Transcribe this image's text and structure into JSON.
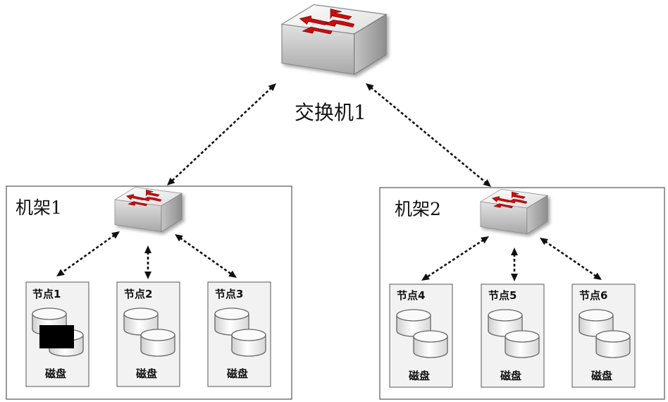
{
  "core_switch": {
    "label": "交换机1",
    "icon": "network-switch-icon"
  },
  "racks": [
    {
      "label": "机架1",
      "switch_icon": "network-switch-icon",
      "nodes": [
        {
          "label": "节点1",
          "disk_label": "磁盘",
          "redacted": true
        },
        {
          "label": "节点2",
          "disk_label": "磁盘",
          "redacted": false
        },
        {
          "label": "节点3",
          "disk_label": "磁盘",
          "redacted": false
        }
      ]
    },
    {
      "label": "机架2",
      "switch_icon": "network-switch-icon",
      "nodes": [
        {
          "label": "节点4",
          "disk_label": "磁盘",
          "redacted": false
        },
        {
          "label": "节点5",
          "disk_label": "磁盘",
          "redacted": false
        },
        {
          "label": "节点6",
          "disk_label": "磁盘",
          "redacted": false
        }
      ]
    }
  ],
  "link_style": "dashed-bidirectional",
  "colors": {
    "arrow_red": "#cc1010",
    "rack_border": "#555555",
    "node_fill": "#f2f2f2",
    "link": "#111111"
  }
}
